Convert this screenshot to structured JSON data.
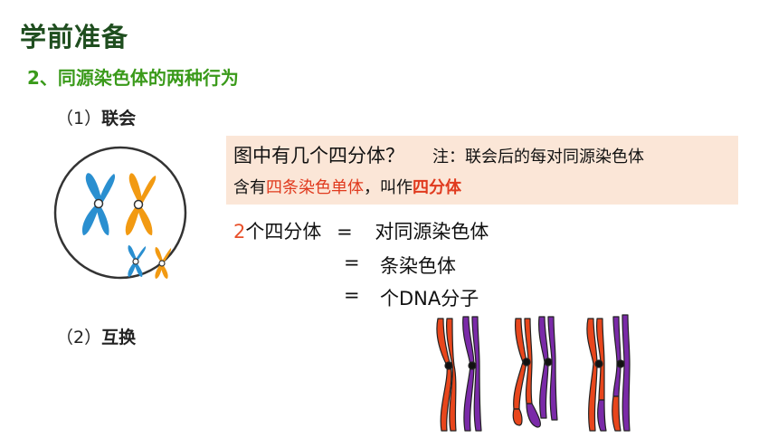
{
  "header": {
    "title": "学前准备",
    "subtitle": "2、同源染色体的两种行为"
  },
  "sections": [
    {
      "number": "（1）",
      "label": "联会"
    },
    {
      "number": "（2）",
      "label": "互换"
    }
  ],
  "note": {
    "question": "图中有几个四分体？",
    "line1": "注：联会后的每对同源染色体",
    "line2_prefix": "含有",
    "line2_highlight": "四条染色单体",
    "line2_middle": "，叫作",
    "line2_bold": "四分体"
  },
  "equations": {
    "count": "2",
    "line1_rest": "个四分体",
    "eq": "=",
    "line1_right": "对同源染色体",
    "line2_right": "条染色体",
    "line3_right": "个DNA分子"
  },
  "colors": {
    "title": "#1f4e1f",
    "subtitle": "#3a9a1a",
    "highlight": "#e03a1e",
    "box": "#fbe6d7",
    "blue": "#2a8fd0",
    "orange": "#f29a12",
    "red_chromatid": "#e8461c",
    "purple_chromatid": "#7a2aa8"
  }
}
